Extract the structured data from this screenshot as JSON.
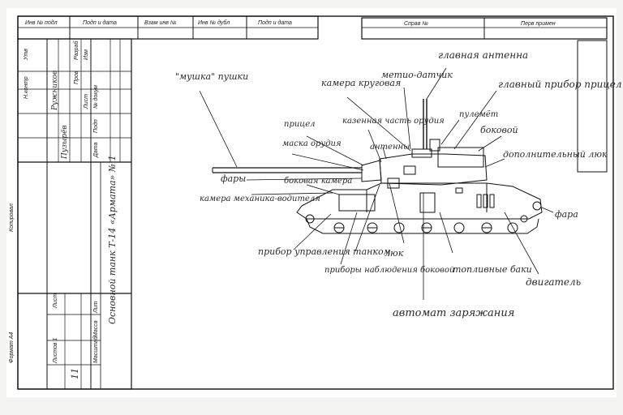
{
  "top_block": {
    "c1": "Инв № подл",
    "c2": "Подп и дата",
    "c3": "Взам инв №",
    "c4": "Инв № дубл",
    "c5": "Подп и дата",
    "c6": "Справ №",
    "c7": "Перв примен"
  },
  "left_margin": {
    "kopiroval": "Копировал",
    "format": "Формат А4"
  },
  "title_block": {
    "rows": [
      "Изм",
      "Лист",
      "№ докум",
      "Подп",
      "Дата"
    ],
    "roles": [
      "Разраб",
      "Пров",
      "Н.контр",
      "Утв"
    ],
    "names": [
      "Ружников",
      "Пузырёв"
    ],
    "title_vertical": "Основной танк Т-14 «Армата» № 1",
    "lit": "Лит",
    "massa": "Масса",
    "masshtab": "Масштаб",
    "list": "Лист",
    "listov": "Листов 1",
    "sheet_num": "11"
  },
  "labels": {
    "mushka": "\"мушка\" пушки",
    "kamera_krugovaya": "камера круговая",
    "metio_datchik": "метио-датчик",
    "glavnaya_antenna": "главная антенна",
    "glavny_pribor": "главный прибор прицел стрелок",
    "pulemet": "пулемёт",
    "kazennaya": "казенная часть орудия",
    "pricel": "прицел",
    "maska": "маска орудия",
    "antenny": "антенны",
    "faru": "фары",
    "bokovaya": "боковая камера",
    "mekhanik": "камера механика-водителя",
    "dopolnitelny": "дополнительный люк",
    "fara": "фара",
    "pribor_upr": "прибор управления танком",
    "pribor_bok": "приборы наблюдения боковой",
    "bokovy": "боковой",
    "toplivnye": "топливные баки",
    "dvigatel": "двигатель",
    "avtomat": "автомат заряжания",
    "lyuk": "люк"
  }
}
